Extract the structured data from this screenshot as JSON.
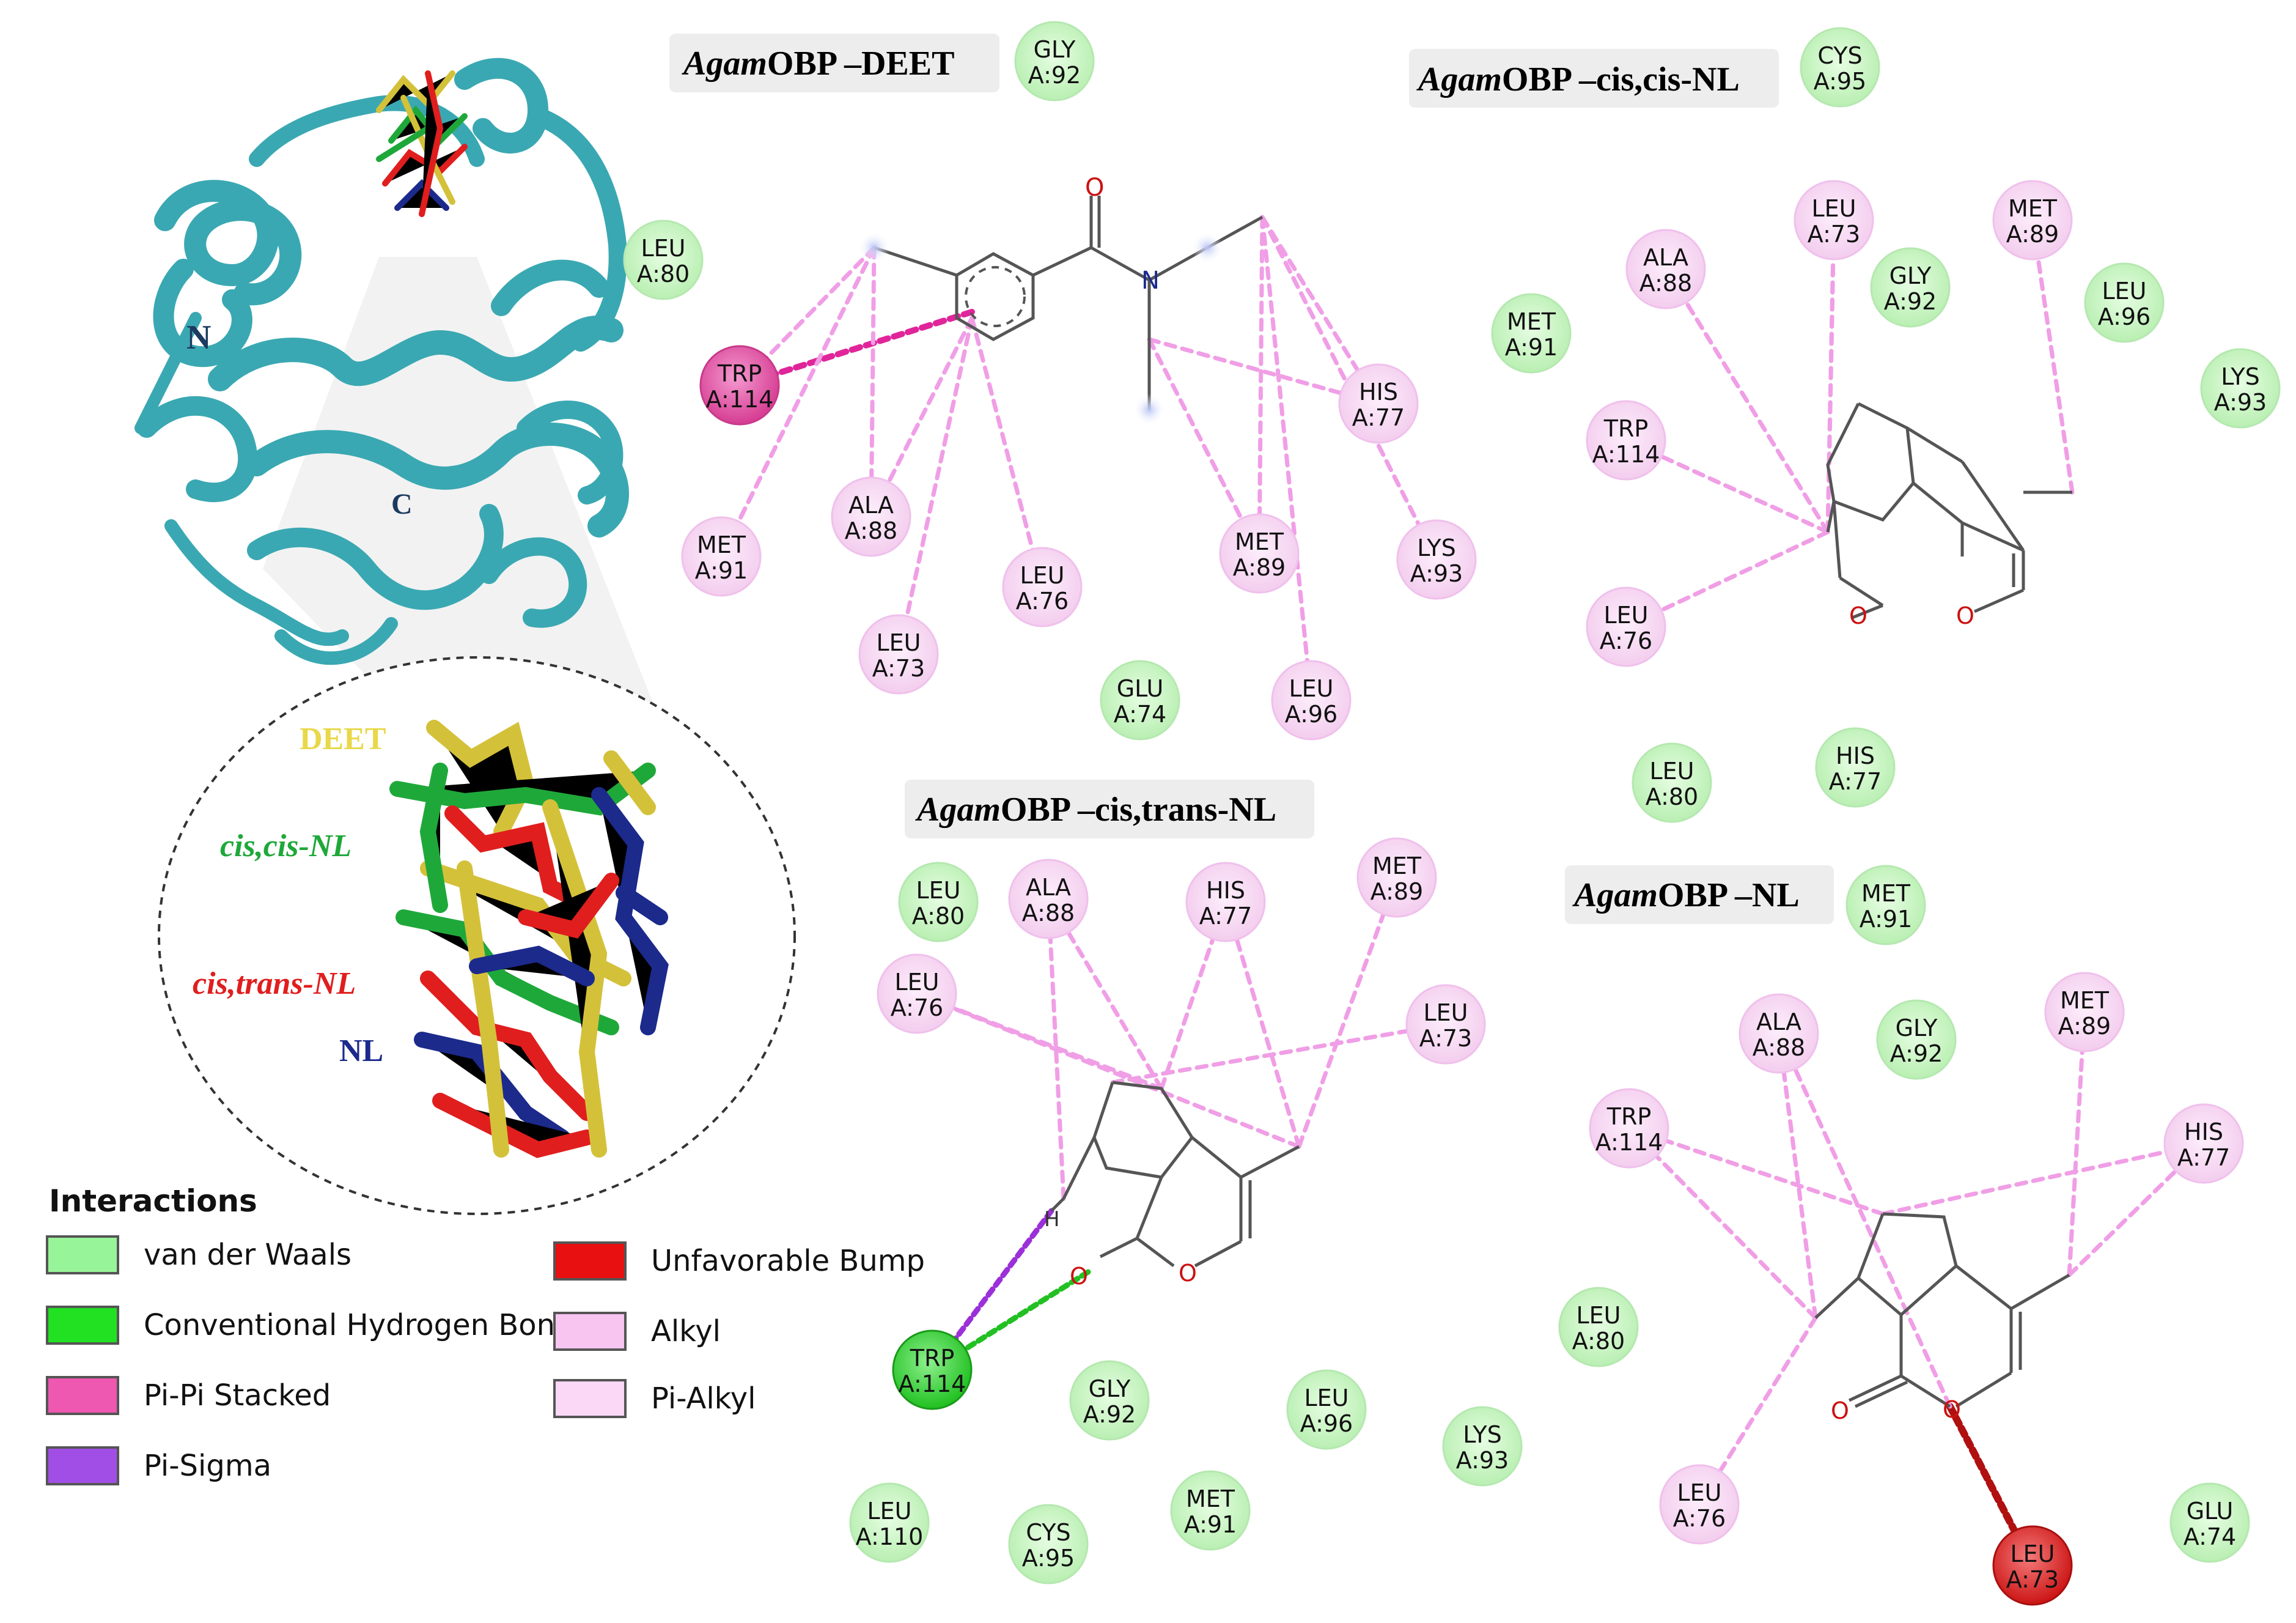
{
  "panels": [
    {
      "id": "deet",
      "title_italic": "Agam",
      "title_rest": "OBP –DEET",
      "residues": [
        {
          "label": "GLY",
          "sub": "A:92",
          "type": "vdw"
        },
        {
          "label": "LEU",
          "sub": "A:80",
          "type": "vdw"
        },
        {
          "label": "TRP",
          "sub": "A:114",
          "type": "pipi"
        },
        {
          "label": "MET",
          "sub": "A:91",
          "type": "alkyl"
        },
        {
          "label": "ALA",
          "sub": "A:88",
          "type": "alkyl"
        },
        {
          "label": "LEU",
          "sub": "A:73",
          "type": "alkyl"
        },
        {
          "label": "LEU",
          "sub": "A:76",
          "type": "alkyl"
        },
        {
          "label": "GLU",
          "sub": "A:74",
          "type": "vdw"
        },
        {
          "label": "MET",
          "sub": "A:89",
          "type": "alkyl"
        },
        {
          "label": "LEU",
          "sub": "A:96",
          "type": "alkyl"
        },
        {
          "label": "HIS",
          "sub": "A:77",
          "type": "alkyl"
        },
        {
          "label": "LYS",
          "sub": "A:93",
          "type": "alkyl"
        }
      ]
    },
    {
      "id": "ciscis",
      "title_italic": "Agam",
      "title_rest": "OBP –cis,cis-NL",
      "residues": [
        {
          "label": "CYS",
          "sub": "A:95",
          "type": "vdw"
        },
        {
          "label": "LEU",
          "sub": "A:73",
          "type": "alkyl"
        },
        {
          "label": "MET",
          "sub": "A:89",
          "type": "alkyl"
        },
        {
          "label": "ALA",
          "sub": "A:88",
          "type": "alkyl"
        },
        {
          "label": "GLY",
          "sub": "A:92",
          "type": "vdw"
        },
        {
          "label": "LEU",
          "sub": "A:96",
          "type": "vdw"
        },
        {
          "label": "MET",
          "sub": "A:91",
          "type": "vdw"
        },
        {
          "label": "LYS",
          "sub": "A:93",
          "type": "vdw"
        },
        {
          "label": "TRP",
          "sub": "A:114",
          "type": "alkyl"
        },
        {
          "label": "LEU",
          "sub": "A:76",
          "type": "alkyl"
        },
        {
          "label": "LEU",
          "sub": "A:80",
          "type": "vdw"
        },
        {
          "label": "HIS",
          "sub": "A:77",
          "type": "vdw"
        }
      ]
    },
    {
      "id": "cistrans",
      "title_italic": "Agam",
      "title_rest": "OBP –cis,trans-NL",
      "residues": [
        {
          "label": "LEU",
          "sub": "A:80",
          "type": "vdw"
        },
        {
          "label": "ALA",
          "sub": "A:88",
          "type": "alkyl"
        },
        {
          "label": "HIS",
          "sub": "A:77",
          "type": "alkyl"
        },
        {
          "label": "MET",
          "sub": "A:89",
          "type": "alkyl"
        },
        {
          "label": "LEU",
          "sub": "A:76",
          "type": "alkyl"
        },
        {
          "label": "LEU",
          "sub": "A:73",
          "type": "alkyl"
        },
        {
          "label": "TRP",
          "sub": "A:114",
          "type": "hbond"
        },
        {
          "label": "GLY",
          "sub": "A:92",
          "type": "vdw"
        },
        {
          "label": "LEU",
          "sub": "A:96",
          "type": "vdw"
        },
        {
          "label": "LYS",
          "sub": "A:93",
          "type": "vdw"
        },
        {
          "label": "LEU",
          "sub": "A:110",
          "type": "vdw"
        },
        {
          "label": "CYS",
          "sub": "A:95",
          "type": "vdw"
        },
        {
          "label": "MET",
          "sub": "A:91",
          "type": "vdw"
        }
      ]
    },
    {
      "id": "nl",
      "title_italic": "Agam",
      "title_rest": "OBP –NL",
      "residues": [
        {
          "label": "MET",
          "sub": "A:91",
          "type": "vdw"
        },
        {
          "label": "ALA",
          "sub": "A:88",
          "type": "alkyl"
        },
        {
          "label": "GLY",
          "sub": "A:92",
          "type": "vdw"
        },
        {
          "label": "MET",
          "sub": "A:89",
          "type": "alkyl"
        },
        {
          "label": "TRP",
          "sub": "A:114",
          "type": "alkyl"
        },
        {
          "label": "HIS",
          "sub": "A:77",
          "type": "alkyl"
        },
        {
          "label": "LEU",
          "sub": "A:80",
          "type": "vdw"
        },
        {
          "label": "LEU",
          "sub": "A:76",
          "type": "alkyl"
        },
        {
          "label": "LEU",
          "sub": "A:73",
          "type": "bump"
        },
        {
          "label": "GLU",
          "sub": "A:74",
          "type": "vdw"
        }
      ]
    }
  ],
  "protein": {
    "n_label": "N",
    "c_label": "C",
    "overlay_labels": [
      {
        "text": "DEET",
        "color": "#e8d84a"
      },
      {
        "text": "cis,cis-NL",
        "color": "#1fa83a"
      },
      {
        "text": "cis,trans-NL",
        "color": "#e01e1e"
      },
      {
        "text": "NL",
        "color": "#1c2a8c"
      }
    ]
  },
  "atom_labels": {
    "oxygen": "O",
    "hydrogen": "H",
    "nitrogen": "N"
  },
  "legend": {
    "title": "Interactions",
    "items": [
      {
        "label": "van der Waals",
        "color": "#98f498"
      },
      {
        "label": "Conventional Hydrogen Bond",
        "color": "#22e022"
      },
      {
        "label": "Pi-Pi Stacked",
        "color": "#ee58b0"
      },
      {
        "label": "Pi-Sigma",
        "color": "#a14ee6"
      },
      {
        "label": "Unfavorable Bump",
        "color": "#e81010"
      },
      {
        "label": "Alkyl",
        "color": "#f8c4f0"
      },
      {
        "label": "Pi-Alkyl",
        "color": "#fbd8f6"
      }
    ]
  },
  "colors": {
    "vdw_fill": "#c7f5c2",
    "vdw_stroke": "#b5e8b0",
    "alkyl_fill": "#f7d6f3",
    "alkyl_stroke": "#f0c0ec",
    "pipi_fill": "#e45aa8",
    "hbond_fill": "#3ed63e",
    "bump_fill": "#e22626",
    "bond": "#555555",
    "oxygen": "#cc1111",
    "alkyl_line": "#f09ee6",
    "pipi_line": "#e0259a",
    "pisigma_line": "#9b30d8",
    "hbond_line": "#22c022",
    "bump_line": "#b01010",
    "protein": "#3aa8b2"
  }
}
